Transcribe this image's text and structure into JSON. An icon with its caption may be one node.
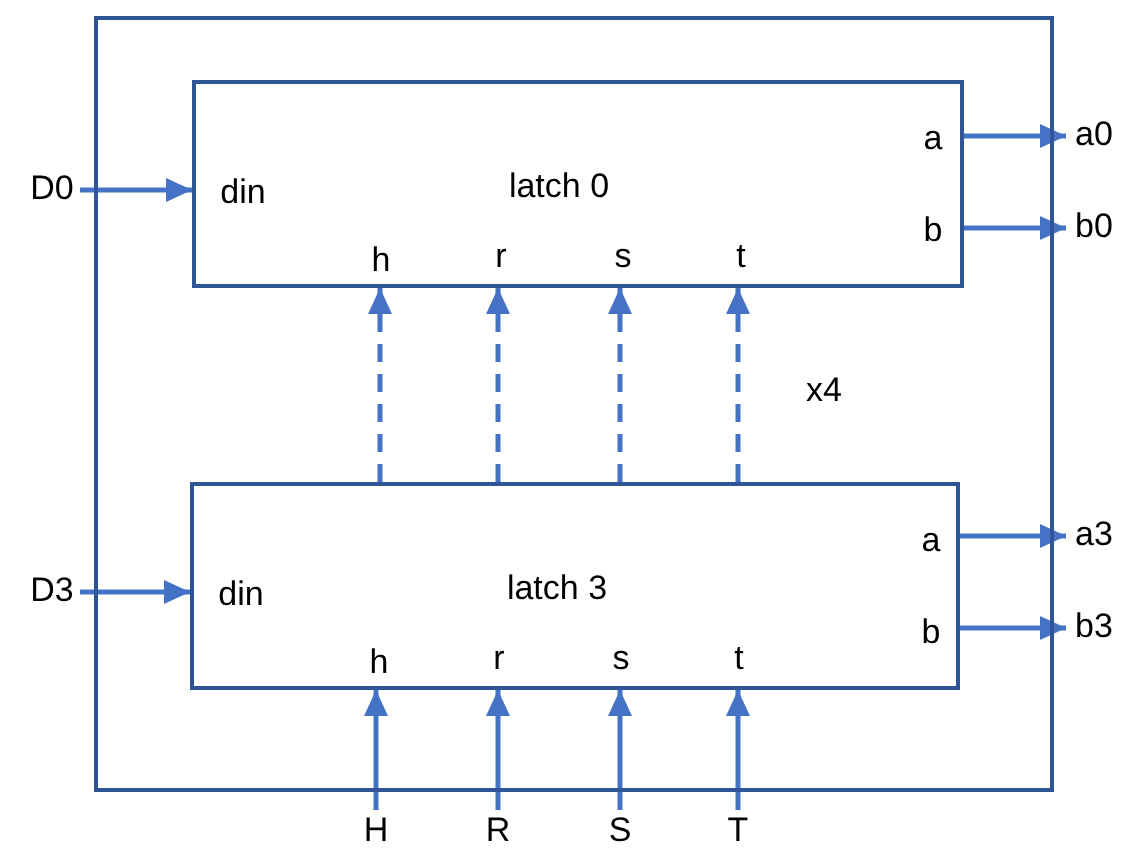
{
  "diagram": {
    "nodes": [
      {
        "text": [],
        "shape": "box"
      },
      {
        "text": [
          "latch 0",
          "din",
          "a",
          "b",
          "h",
          "r",
          "s",
          "t"
        ],
        "in": 0
      },
      {
        "text": [
          "latch 3",
          "din",
          "a",
          "b",
          "h",
          "r",
          "s",
          "t"
        ],
        "in": 0
      },
      {
        "text": [
          "D0"
        ]
      },
      {
        "text": [
          "a0"
        ]
      },
      {
        "text": [
          "b0"
        ]
      },
      {
        "text": [
          "D3"
        ]
      },
      {
        "text": [
          "a3"
        ]
      },
      {
        "text": [
          "b3"
        ]
      },
      {
        "text": [
          "H"
        ]
      },
      {
        "text": [
          "R"
        ]
      },
      {
        "text": [
          "S"
        ]
      },
      {
        "text": [
          "T"
        ]
      }
    ],
    "edges": [
      {
        "from": 3,
        "to": 1,
        "arrow": "to"
      },
      {
        "from": 1,
        "to": 4,
        "arrow": "to"
      },
      {
        "from": 1,
        "to": 5,
        "arrow": "to"
      },
      {
        "from": 6,
        "to": 2,
        "arrow": "to"
      },
      {
        "from": 2,
        "to": 7,
        "arrow": "to"
      },
      {
        "from": 2,
        "to": 8,
        "arrow": "to"
      },
      {
        "from": 9,
        "to": 2,
        "arrow": "to"
      },
      {
        "from": 10,
        "to": 2,
        "arrow": "to"
      },
      {
        "from": 11,
        "to": 2,
        "arrow": "to"
      },
      {
        "from": 12,
        "to": 2,
        "arrow": "to"
      },
      {
        "from": 2,
        "to": 1,
        "arrow": "to",
        "style": "dashed"
      },
      {
        "from": 2,
        "to": 1,
        "arrow": "to",
        "style": "dashed"
      },
      {
        "from": 2,
        "to": 1,
        "arrow": "to",
        "style": "dashed"
      },
      {
        "from": 2,
        "to": 1,
        "arrow": "to",
        "style": "dashed"
      }
    ],
    "labels": [
      "x4"
    ]
  }
}
